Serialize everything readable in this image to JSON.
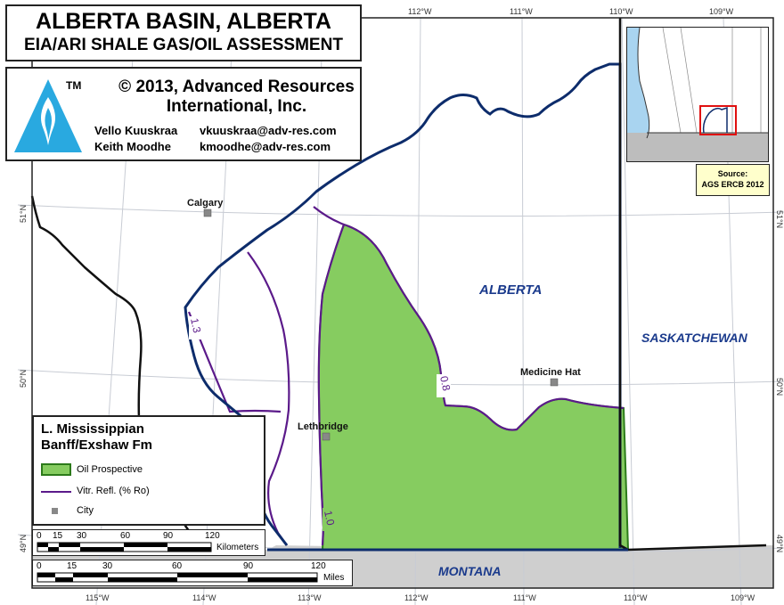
{
  "title": {
    "line1": "ALBERTA BASIN, ALBERTA",
    "line2": "EIA/ARI SHALE GAS/OIL ASSESSMENT"
  },
  "credit": {
    "tm": "TM",
    "copyright_line1": "© 2013, Advanced Resources",
    "copyright_line2": "International, Inc.",
    "contacts": [
      {
        "name": "Vello Kuuskraa",
        "email": "vkuuskraa@adv-res.com"
      },
      {
        "name": "Keith Moodhe",
        "email": "kmoodhe@adv-res.com"
      }
    ]
  },
  "regions": {
    "alberta": "ALBERTA",
    "saskatchewan": "SASKATCHEWAN",
    "montana": "MONTANA"
  },
  "cities": [
    {
      "name": "Calgary"
    },
    {
      "name": "Medicine Hat"
    },
    {
      "name": "Lethbridge"
    }
  ],
  "contour_labels": [
    "1.3",
    "0.8",
    "1.0"
  ],
  "longitude_labels_top": [
    "112°W",
    "111°W",
    "110°W",
    "109°W"
  ],
  "longitude_labels_bottom": [
    "115°W",
    "114°W",
    "113°W",
    "112°W",
    "111°W",
    "110°W",
    "109°W"
  ],
  "latitude_labels_left": [
    "51°N",
    "50°N",
    "49°N"
  ],
  "latitude_labels_right": [
    "51°N",
    "50°N",
    "49°N"
  ],
  "legend": {
    "title_line1": "L. Mississippian",
    "title_line2": "Banff/Exshaw Fm",
    "items": [
      {
        "label": "Oil Prospective",
        "color": "#86cc60"
      },
      {
        "label": "Vitr. Refl. (% Ro)",
        "color": "#5b1a8a"
      },
      {
        "label": "City",
        "color": "#888888"
      }
    ]
  },
  "source": {
    "line1": "Source:",
    "line2": "AGS ERCB 2012"
  },
  "scale_km": {
    "ticks": [
      "0",
      "15",
      "30",
      "60",
      "90",
      "120"
    ],
    "unit": "Kilometers"
  },
  "scale_mi": {
    "ticks": [
      "0",
      "15",
      "30",
      "60",
      "90",
      "120"
    ],
    "unit": "Miles"
  },
  "colors": {
    "basin_outline": "#0d2c6b",
    "province_border": "#111111",
    "oil_prospective": "#86cc60",
    "vitrinite_contour": "#5b1a8a",
    "montana_fill": "#cfcfcf",
    "graticule": "#c8ccd4",
    "region_label": "#1a3a8c"
  }
}
